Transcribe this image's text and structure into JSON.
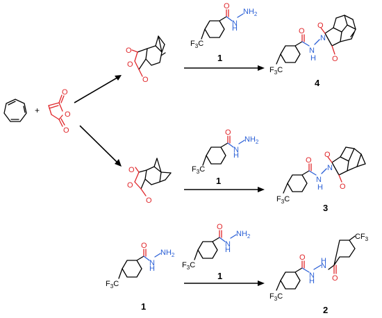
{
  "atoms": {
    "oxygen": "O",
    "nitrogen": "N",
    "hydrogen": "H",
    "nh2": "NH",
    "h2_sub": "2",
    "cf3": "CF",
    "f3": "F",
    "c": "C",
    "f3c_tail": "3"
  },
  "plus": "+",
  "labels": {
    "reagent_top": "1",
    "reagent_mid": "1",
    "reagent_bottom": "1",
    "start_bottom": "1",
    "product_top": "4",
    "product_mid": "3",
    "product_bottom": "2"
  },
  "colors": {
    "oxygen": "#e0262a",
    "nitrogen": "#2a5fd6",
    "bond": "#000000"
  }
}
